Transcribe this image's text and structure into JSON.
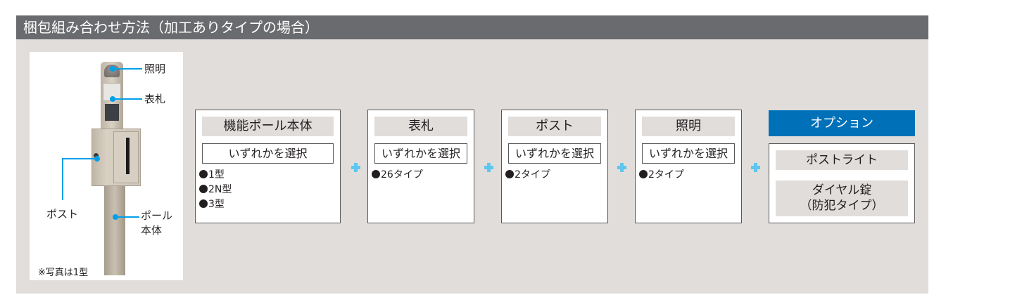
{
  "header": {
    "title": "梱包組み合わせ方法（加工ありタイプの場合）"
  },
  "photo": {
    "callouts": {
      "light": "照明",
      "nameplate": "表札",
      "post": "ポスト",
      "pole_line1": "ポール",
      "pole_line2": "本体"
    },
    "note": "※写真は1型"
  },
  "cards": [
    {
      "title": "機能ポール本体",
      "select_label": "いずれかを選択",
      "items": [
        "1型",
        "2N型",
        "3型"
      ]
    },
    {
      "title": "表札",
      "select_label": "いずれかを選択",
      "items": [
        "26タイプ"
      ]
    },
    {
      "title": "ポスト",
      "select_label": "いずれかを選択",
      "items": [
        "2タイプ"
      ]
    },
    {
      "title": "照明",
      "select_label": "いずれかを選択",
      "items": [
        "2タイプ"
      ]
    }
  ],
  "options": {
    "header": "オプション",
    "items": [
      "ポストライト",
      "ダイヤル錠",
      "（防犯タイプ）"
    ]
  },
  "icons": {
    "connector": "plus-icon",
    "bullet": "filled-circle-icon"
  },
  "colors": {
    "header_bg": "#6a6b6e",
    "panel_bg": "#e1dddb",
    "option_blue": "#0071b9",
    "callout_cyan": "#00a0e9",
    "plus_blue": "#5fc6ef"
  }
}
